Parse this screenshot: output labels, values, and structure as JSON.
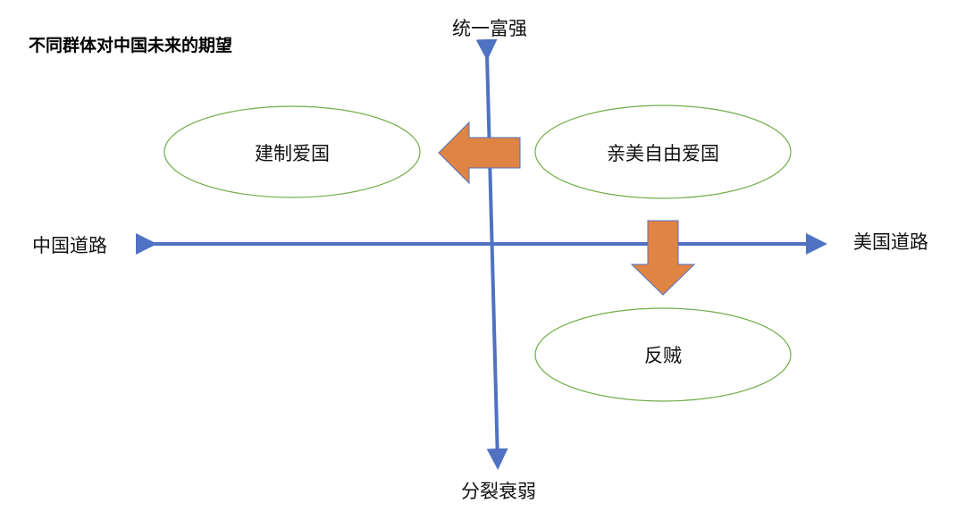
{
  "title": "不同群体对中国未来的期望",
  "axes": {
    "top": "统一富强",
    "bottom": "分裂衰弱",
    "left": "中国道路",
    "right": "美国道路"
  },
  "groups": {
    "establishment": "建制爱国",
    "pro_us": "亲美自由爱国",
    "anti": "反贼"
  },
  "colors": {
    "axis": "#4f72c2",
    "arrow_fill": "#e08443",
    "ellipse_stroke": "#70ad47"
  }
}
